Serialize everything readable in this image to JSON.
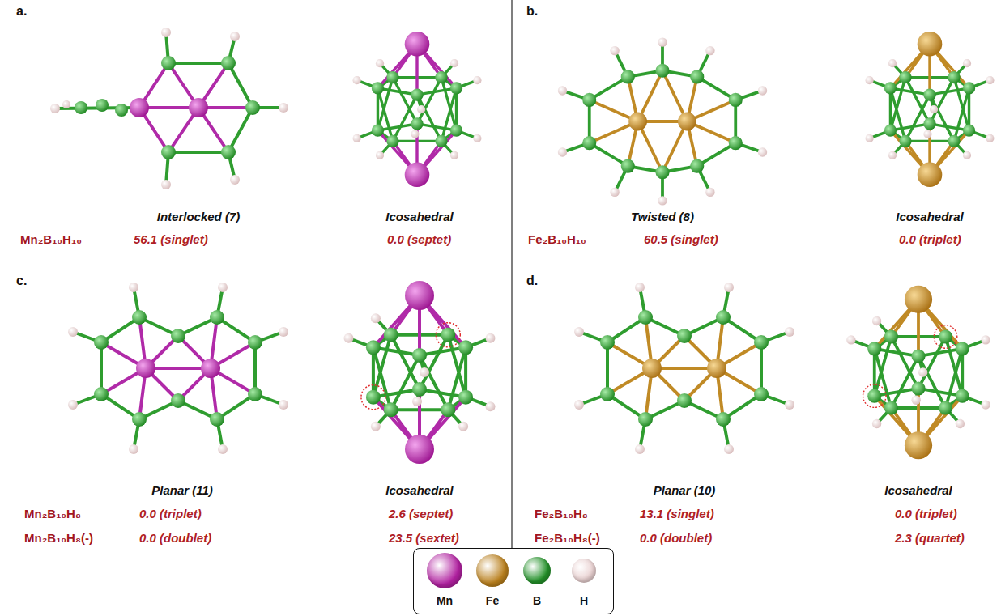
{
  "diagram": {
    "labels": [
      "a.",
      "Interlocked (7)",
      "Icosahedral",
      "Mn₂B₁₀H₁₀",
      "56.1 (singlet)",
      "0.0 (septet)",
      "b.",
      "Twisted (8)",
      "Icosahedral",
      "Fe₂B₁₀H₁₀",
      "60.5 (singlet)",
      "0.0 (triplet)",
      "c.",
      "Planar (11)",
      "Icosahedral",
      "Mn₂B₁₀H₈",
      "0.0 (triplet)",
      "2.6 (septet)",
      "Mn₂B₁₀H₈(-)",
      "0.0 (doublet)",
      "23.5 (sextet)",
      "d.",
      "Planar (10)",
      "Icosahedral",
      "Fe₂B₁₀H₈",
      "13.1 (singlet)",
      "0.0 (triplet)",
      "Fe₂B₁₀H₈(-)",
      "0.0 (doublet)",
      "2.3 (quartet)"
    ],
    "legend": [
      {
        "text": "Mn",
        "color": "#b0209f"
      },
      {
        "text": "Fe",
        "color": "#b97f1c"
      },
      {
        "text": "B",
        "color": "#24922a"
      },
      {
        "text": "H",
        "color": "#ead2d2"
      }
    ]
  }
}
